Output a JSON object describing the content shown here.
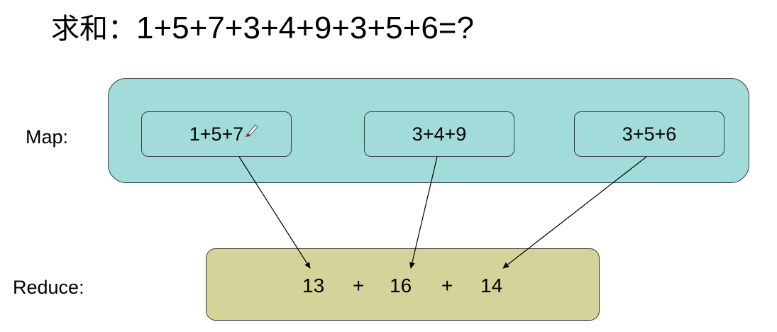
{
  "title": {
    "prefix": "求和：",
    "expression": "1+5+7+3+4+9+3+5+6=?"
  },
  "map": {
    "label": "Map:",
    "chunks": [
      "1+5+7",
      "3+4+9",
      "3+5+6"
    ]
  },
  "reduce": {
    "label": "Reduce:",
    "values": [
      "13",
      "16",
      "14"
    ],
    "operator": "+"
  },
  "colors": {
    "map_fill": "#a1dcdb",
    "reduce_fill": "#d4d49a",
    "border": "#3c3c3c",
    "arrow": "#000000"
  },
  "icons": {
    "cursor": "pen-cursor-icon"
  }
}
